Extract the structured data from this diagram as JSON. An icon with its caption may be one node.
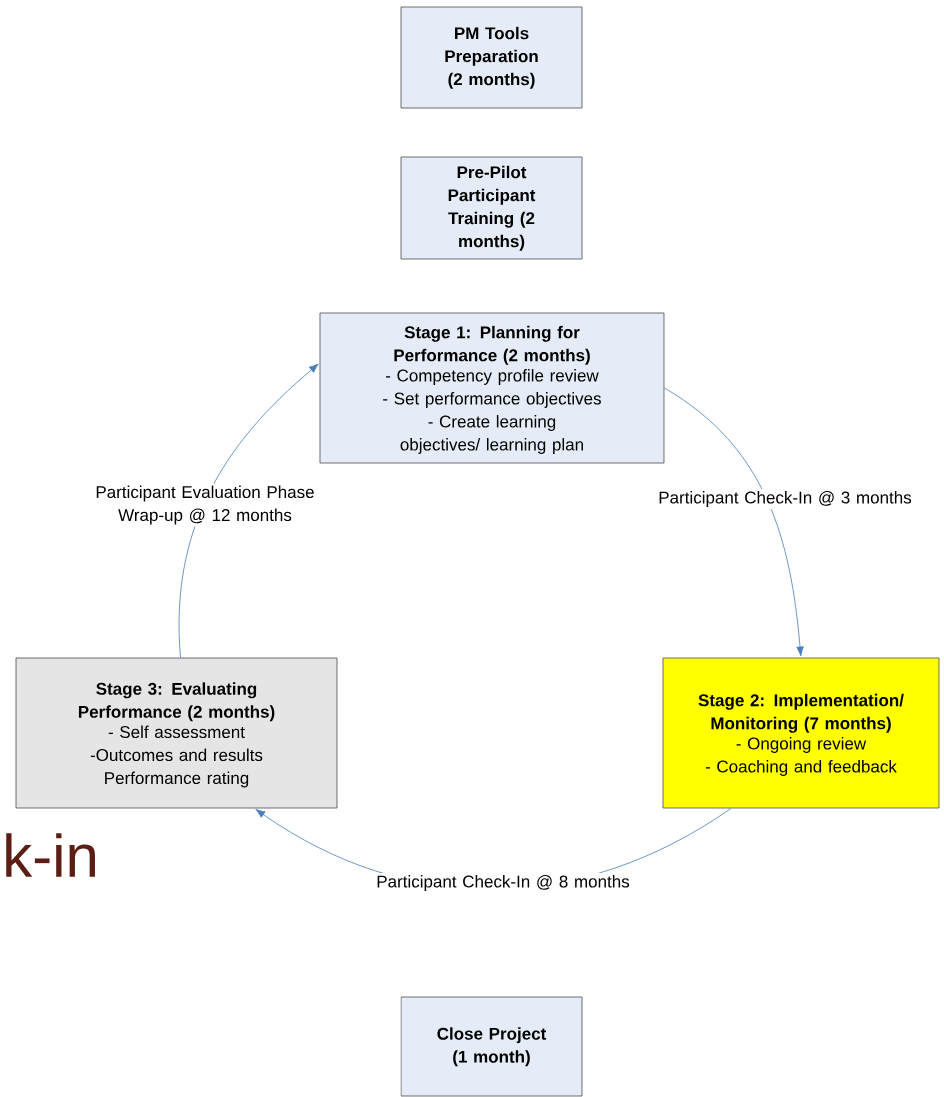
{
  "diagram": {
    "nodes": [
      {
        "text": [
          "PM Tools Preparation (2 months)"
        ]
      },
      {
        "text": [
          "Pre-Pilot Participant Training (2 months)"
        ]
      },
      {
        "text": [
          "Stage 1: Planning for Performance (2 months)",
          "- Competency profile review",
          "- Set performance objectives",
          "- Create learning objectives/ learning plan"
        ]
      },
      {
        "text": [
          "Stage 2: Implementation/ Monitoring (7 months)",
          "- Ongoing review",
          "- Coaching and feedback"
        ]
      },
      {
        "text": [
          "Stage 3: Evaluating Performance (2 months)",
          "- Self assessment",
          "-Outcomes and results",
          "Performance rating"
        ]
      },
      {
        "text": [
          "Close Project (1 month)"
        ]
      }
    ],
    "edges": [
      {
        "from": 2,
        "to": 3,
        "arrow": "to",
        "label": "Participant Check-In @ 3 months"
      },
      {
        "from": 3,
        "to": 4,
        "arrow": "to",
        "label": "Participant Check-In @ 8 months"
      },
      {
        "from": 4,
        "to": 2,
        "arrow": "to",
        "label": "Participant Evaluation Phase Wrap-up @ 12 months"
      }
    ],
    "labels": [
      "k-in"
    ]
  }
}
